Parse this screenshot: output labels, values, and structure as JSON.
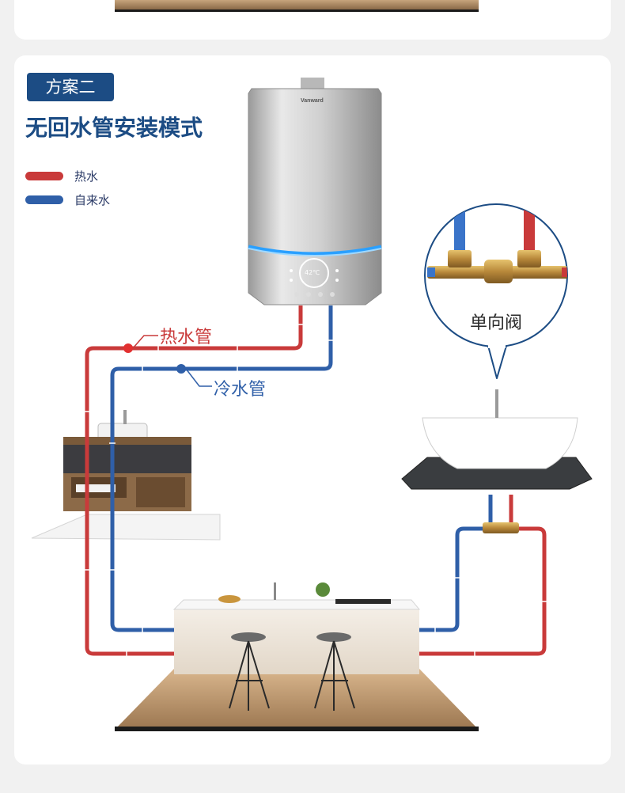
{
  "scheme": {
    "badge": "方案二",
    "title": "无回水管安装模式"
  },
  "legend": [
    {
      "label": "热水",
      "color": "#c93a3a"
    },
    {
      "label": "自来水",
      "color": "#2f5fa8"
    }
  ],
  "heater": {
    "brand": "Vanward",
    "display_temp": "42℃"
  },
  "labels": {
    "hot_pipe": "热水管",
    "cold_pipe": "冷水管",
    "check_valve": "单向阀"
  },
  "colors": {
    "hot": "#c93a3a",
    "cold": "#2f5fa8",
    "brand_blue": "#1c4c84"
  }
}
